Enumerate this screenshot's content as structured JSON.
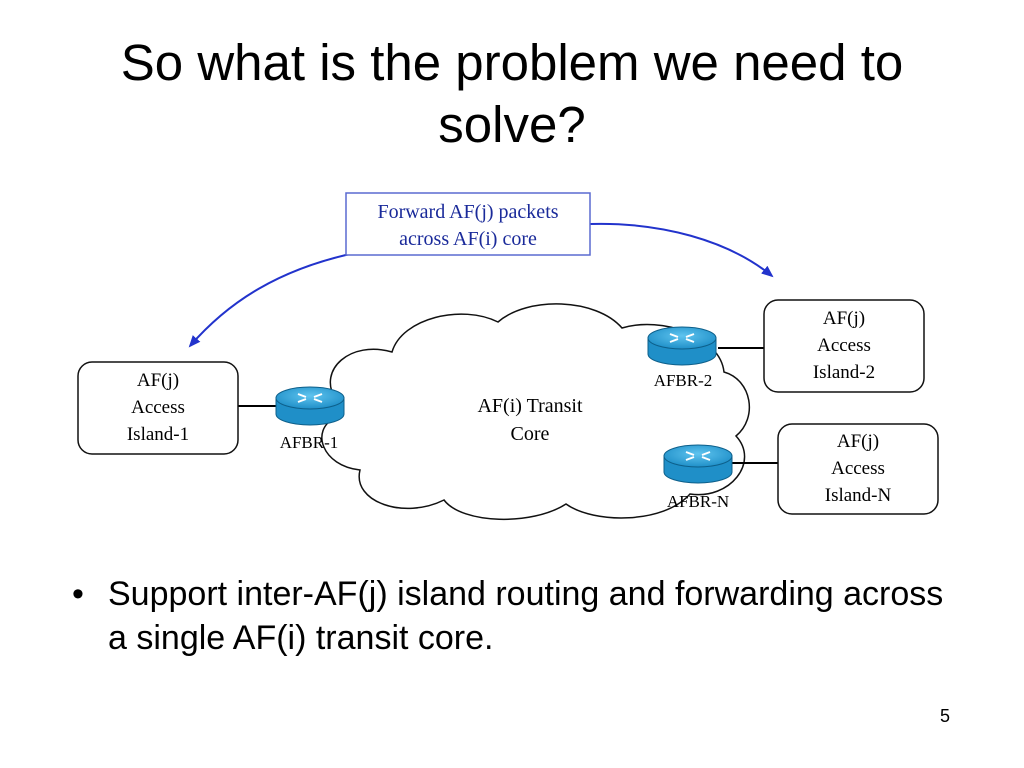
{
  "slide": {
    "title": "So what is the problem we need to solve?",
    "bullet": "Support inter-AF(j) island routing and forwarding across a single AF(i) transit core.",
    "page_number": "5"
  },
  "diagram": {
    "callout": {
      "line1": "Forward AF(j) packets",
      "line2": "across AF(i) core"
    },
    "core": {
      "line1": "AF(i) Transit",
      "line2": "Core"
    },
    "islands": [
      {
        "line1": "AF(j)",
        "line2": "Access",
        "line3": "Island-1"
      },
      {
        "line1": "AF(j)",
        "line2": "Access",
        "line3": "Island-2"
      },
      {
        "line1": "AF(j)",
        "line2": "Access",
        "line3": "Island-N"
      }
    ],
    "routers": [
      {
        "label": "AFBR-1"
      },
      {
        "label": "AFBR-2"
      },
      {
        "label": "AFBR-N"
      }
    ],
    "colors": {
      "arrow": "#2233cc",
      "callout_text": "#1a2a9a",
      "router": "#2a9fd6"
    }
  }
}
